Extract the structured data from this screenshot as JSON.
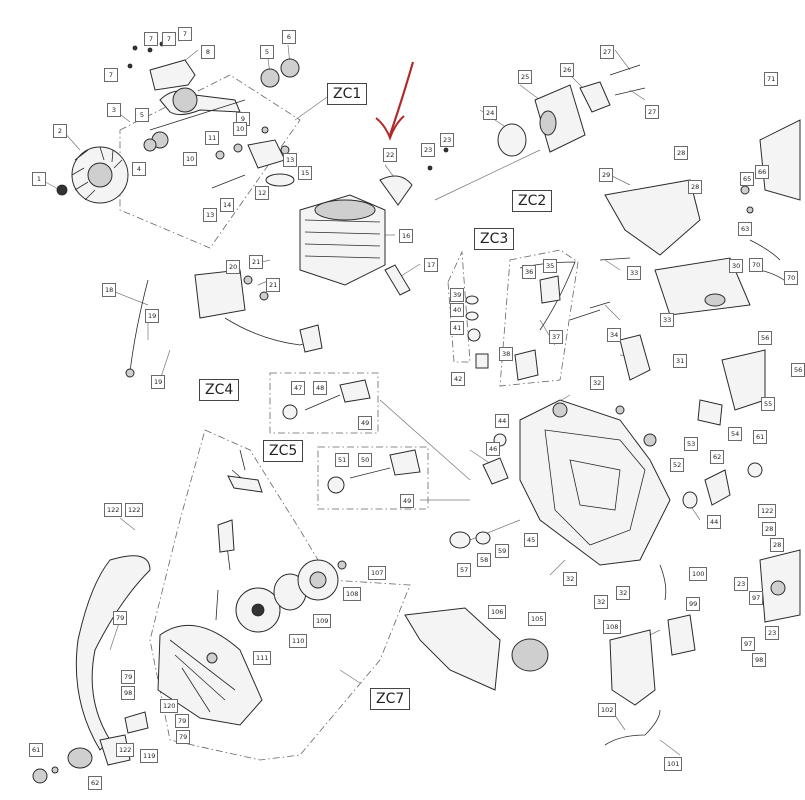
{
  "labels": [
    "1",
    "2",
    "3",
    "4",
    "5",
    "5",
    "6",
    "7",
    "7",
    "7",
    "7",
    "8",
    "9",
    "10",
    "10",
    "11",
    "12",
    "13",
    "13",
    "14",
    "15",
    "16",
    "17",
    "18",
    "19",
    "19",
    "20",
    "21",
    "21",
    "22",
    "23",
    "23",
    "24",
    "25",
    "26",
    "27",
    "27",
    "28",
    "28",
    "28",
    "29",
    "30",
    "31",
    "32",
    "32",
    "32",
    "32",
    "33",
    "33",
    "34",
    "35",
    "36",
    "37",
    "38",
    "39",
    "40",
    "41",
    "42",
    "44",
    "44",
    "45",
    "46",
    "47",
    "48",
    "49",
    "49",
    "50",
    "51",
    "52",
    "53",
    "54",
    "55",
    "56",
    "56",
    "57",
    "58",
    "59",
    "61",
    "61",
    "62",
    "62",
    "63",
    "65",
    "66",
    "70",
    "70",
    "71",
    "79",
    "79",
    "79",
    "79",
    "97",
    "97",
    "98",
    "98",
    "99",
    "100",
    "101",
    "102",
    "105",
    "106",
    "107",
    "108",
    "108",
    "109",
    "110",
    "111",
    "119",
    "120",
    "122",
    "122",
    "122",
    "122",
    "23",
    "23",
    "28"
  ],
  "groups": [
    "ZC1",
    "ZC2",
    "ZC3",
    "ZC4",
    "ZC5",
    "ZC7"
  ],
  "arrow_color": "#b02a2a"
}
